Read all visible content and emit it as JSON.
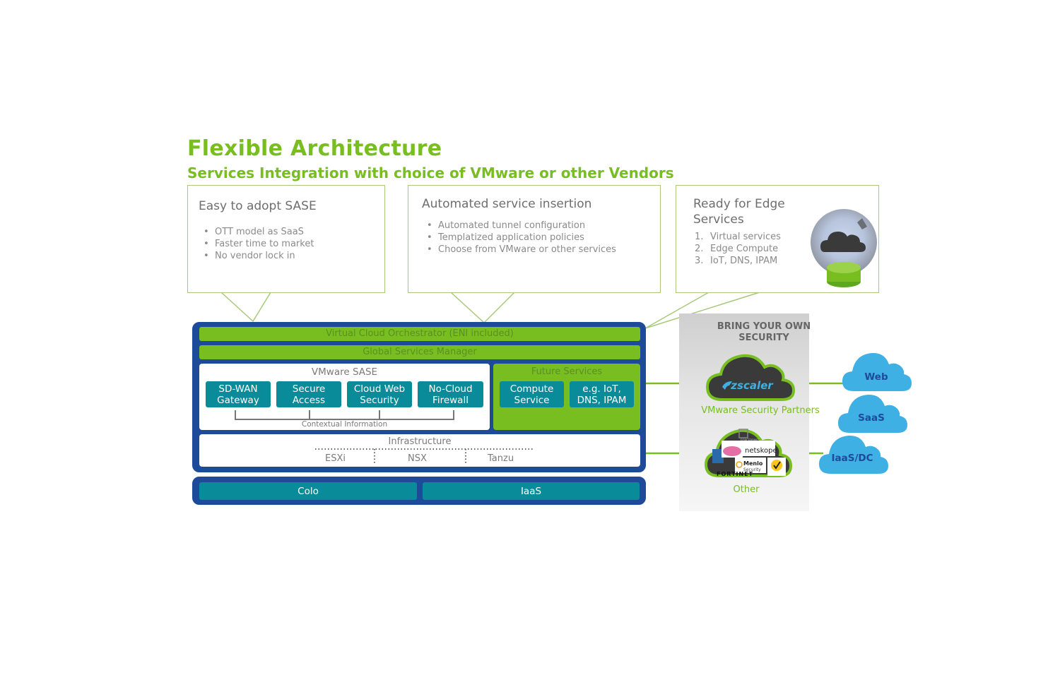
{
  "header": {
    "title": "Flexible Architecture",
    "subtitle": "Services Integration with choice of VMware or other Vendors"
  },
  "callouts": [
    {
      "heading": "Easy to adopt SASE",
      "bullets": [
        "OTT model as SaaS",
        "Faster time to market",
        "No vendor lock in"
      ]
    },
    {
      "heading": "Automated service insertion",
      "bullets": [
        "Automated tunnel configuration",
        "Templatized application policies",
        "Choose from VMware or other services"
      ]
    },
    {
      "heading_line1": "Ready for Edge",
      "heading_line2": "Services",
      "numbered": [
        {
          "num": "1.",
          "text": "Virtual services"
        },
        {
          "num": "2.",
          "text": "Edge Compute"
        },
        {
          "num": "3.",
          "text": "IoT, DNS, IPAM"
        }
      ],
      "icon": "edge-cloud-globe-icon"
    }
  ],
  "stack": {
    "orchestrator": "Virtual Cloud Orchestrator (ENI included)",
    "gsm": "Global Services  Manager",
    "sase": {
      "title": "VMware SASE",
      "services": [
        {
          "line1": "SD-WAN",
          "line2": "Gateway"
        },
        {
          "line1": "Secure",
          "line2": "Access"
        },
        {
          "line1": "Cloud Web",
          "line2": "Security"
        },
        {
          "line1": "No-Cloud",
          "line2": "Firewall"
        }
      ],
      "context_label": "Contextual  Information"
    },
    "future": {
      "title": "Future Services",
      "services": [
        {
          "line1": "Compute",
          "line2": "Service"
        },
        {
          "line1": "e.g. IoT,",
          "line2": "DNS, IPAM"
        }
      ]
    },
    "infrastructure": {
      "title": "Infrastructure",
      "items": [
        "ESXi",
        "NSX",
        "Tanzu"
      ]
    },
    "hosting": [
      "Colo",
      "IaaS"
    ]
  },
  "byos": {
    "title_line1": "BRING YOUR OWN",
    "title_line2": "SECURITY",
    "partner_logo": "zscaler",
    "partners_label": "VMware Security Partners",
    "other_label": "Other",
    "other_logos": [
      "FORCEPOINT",
      "Check Point",
      "netskope",
      "Menlo Security",
      "Symantec",
      "FORTINET"
    ]
  },
  "destinations": [
    "Web",
    "SaaS",
    "IaaS/DC"
  ],
  "colors": {
    "brand_green": "#78be20",
    "frame_blue": "#1d4b9a",
    "teal": "#0a8b99",
    "cloud_blue": "#3fb0e3",
    "dark_cloud": "#3a3a3a"
  }
}
